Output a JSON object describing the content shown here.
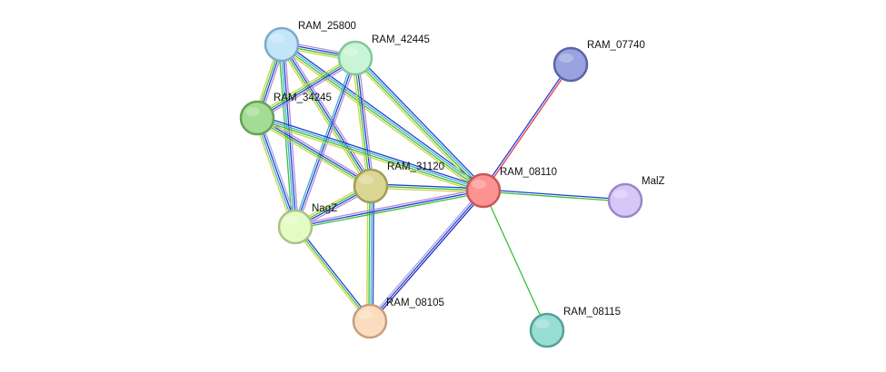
{
  "nodes": [
    {
      "id": "RAM_25800",
      "label": "RAM_25800",
      "fill": "#c3e5f9",
      "stroke": "#7ea9c8"
    },
    {
      "id": "RAM_42445",
      "label": "RAM_42445",
      "fill": "#c8f5d6",
      "stroke": "#82c79a"
    },
    {
      "id": "RAM_34245",
      "label": "RAM_34245",
      "fill": "#a3dc93",
      "stroke": "#65a257"
    },
    {
      "id": "RAM_31120",
      "label": "RAM_31120",
      "fill": "#d9d793",
      "stroke": "#9f9d58"
    },
    {
      "id": "NagZ",
      "label": "NagZ",
      "fill": "#e4fbc3",
      "stroke": "#a9c487"
    },
    {
      "id": "RAM_08105",
      "label": "RAM_08105",
      "fill": "#fbdcbf",
      "stroke": "#c3a07f"
    },
    {
      "id": "RAM_08110",
      "label": "RAM_08110",
      "fill": "#fd9292",
      "stroke": "#c55757"
    },
    {
      "id": "RAM_07740",
      "label": "RAM_07740",
      "fill": "#9aa3df",
      "stroke": "#5b64a6"
    },
    {
      "id": "MalZ",
      "label": "MalZ",
      "fill": "#d6c7f8",
      "stroke": "#9a87c6"
    },
    {
      "id": "RAM_08115",
      "label": "RAM_08115",
      "fill": "#98ddd4",
      "stroke": "#53a297"
    }
  ],
  "edge_colors": {
    "blue": "#1f3fd6",
    "purple": "#b78ad4",
    "teal": "#40b4c8",
    "green": "#3cbf3c",
    "yellow": "#cfd24a",
    "red": "#e8384a",
    "darkblue": "#2a2ab8",
    "lavender": "#a9a2e0"
  },
  "edges": [
    {
      "source": "RAM_25800",
      "target": "RAM_42445",
      "types": [
        "purple",
        "blue",
        "green",
        "yellow"
      ]
    },
    {
      "source": "RAM_25800",
      "target": "RAM_34245",
      "types": [
        "purple",
        "blue",
        "green",
        "yellow"
      ]
    },
    {
      "source": "RAM_25800",
      "target": "RAM_31120",
      "types": [
        "purple",
        "blue",
        "green",
        "yellow"
      ]
    },
    {
      "source": "RAM_25800",
      "target": "NagZ",
      "types": [
        "purple",
        "blue",
        "teal",
        "green"
      ]
    },
    {
      "source": "RAM_25800",
      "target": "RAM_08110",
      "types": [
        "blue",
        "teal",
        "green",
        "yellow"
      ]
    },
    {
      "source": "RAM_42445",
      "target": "RAM_34245",
      "types": [
        "purple",
        "blue",
        "green",
        "yellow"
      ]
    },
    {
      "source": "RAM_42445",
      "target": "RAM_31120",
      "types": [
        "purple",
        "blue",
        "green",
        "yellow"
      ]
    },
    {
      "source": "RAM_42445",
      "target": "NagZ",
      "types": [
        "purple",
        "blue",
        "teal"
      ]
    },
    {
      "source": "RAM_42445",
      "target": "RAM_08110",
      "types": [
        "blue",
        "teal",
        "green",
        "yellow"
      ]
    },
    {
      "source": "RAM_34245",
      "target": "RAM_31120",
      "types": [
        "purple",
        "blue",
        "green",
        "yellow"
      ]
    },
    {
      "source": "RAM_34245",
      "target": "NagZ",
      "types": [
        "lavender",
        "blue",
        "teal",
        "yellow"
      ]
    },
    {
      "source": "RAM_34245",
      "target": "RAM_08110",
      "types": [
        "blue",
        "teal",
        "green",
        "yellow"
      ]
    },
    {
      "source": "RAM_31120",
      "target": "NagZ",
      "types": [
        "purple",
        "blue",
        "green",
        "yellow"
      ]
    },
    {
      "source": "RAM_31120",
      "target": "RAM_08105",
      "types": [
        "blue",
        "teal",
        "green",
        "yellow"
      ]
    },
    {
      "source": "RAM_31120",
      "target": "RAM_08110",
      "types": [
        "blue",
        "green",
        "yellow"
      ]
    },
    {
      "source": "NagZ",
      "target": "RAM_08105",
      "types": [
        "blue",
        "green",
        "yellow"
      ]
    },
    {
      "source": "NagZ",
      "target": "RAM_08110",
      "types": [
        "purple",
        "blue",
        "green"
      ]
    },
    {
      "source": "RAM_08105",
      "target": "RAM_08110",
      "types": [
        "lavender",
        "blue",
        "darkblue"
      ]
    },
    {
      "source": "RAM_08110",
      "target": "RAM_07740",
      "types": [
        "blue",
        "red"
      ]
    },
    {
      "source": "RAM_08110",
      "target": "MalZ",
      "types": [
        "blue",
        "green"
      ]
    },
    {
      "source": "RAM_08110",
      "target": "RAM_08115",
      "types": [
        "green"
      ]
    }
  ]
}
